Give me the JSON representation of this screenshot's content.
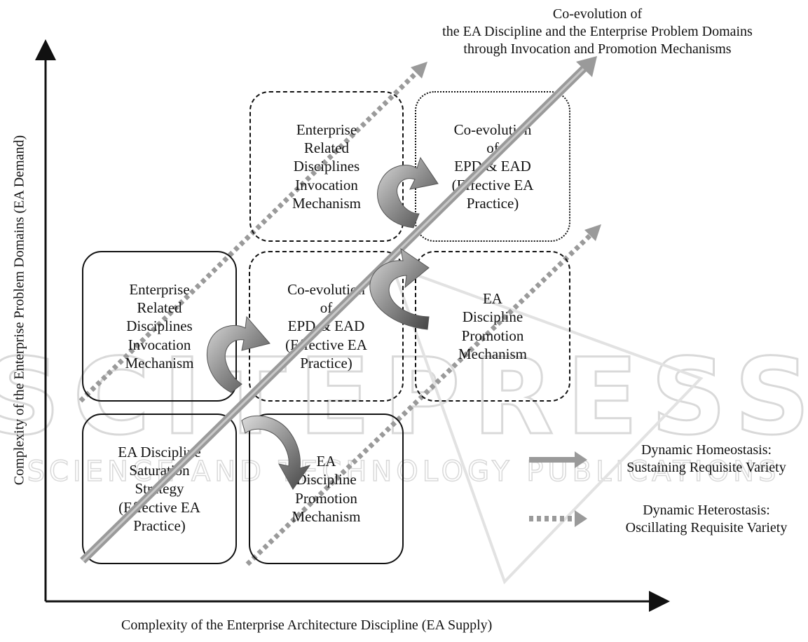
{
  "title": "Co-evolution of\nthe EA Discipline and the Enterprise Problem Domains\nthrough Invocation and Promotion Mechanisms",
  "axes": {
    "x_label": "Complexity of the Enterprise Architecture Discipline (EA Supply)",
    "y_label": "Complexity of the Enterprise Problem Domains  (EA Demand)"
  },
  "boxes": {
    "top_middle": "Enterprise\nRelated\nDisciplines\nInvocation\nMechanism",
    "top_right": "Co-evolution\nof\nEPD & EAD\n(Effective EA\nPractice)",
    "mid_left": "Enterprise\nRelated\nDisciplines\nInvocation\nMechanism",
    "mid_middle": "Co-evolution\nof\nEPD & EAD\n(Effective EA\nPractice)",
    "mid_right": "EA\nDiscipline\nPromotion\nMechanism",
    "bottom_left": "EA Discipline\nSaturation\nStrategy\n(Effective EA\nPractice)",
    "bottom_middle": "EA\nDiscipline\nPromotion\nMechanism"
  },
  "legend": {
    "homeostasis": "Dynamic Homeostasis:\nSustaining Requisite Variety",
    "heterostasis": "Dynamic Heterostasis:\nOscillating Requisite Variety"
  },
  "watermark": {
    "line1": "SCITEPRESS",
    "line2": "SCIENCE AND TECHNOLOGY PUBLICATIONS"
  },
  "colors": {
    "solid_arrow": "#9a9a9a",
    "dotted_arrow": "#9a9a9a",
    "curved_arrow": "#7a7a7a",
    "watermark": "#e4e4e4",
    "line": "#111111"
  }
}
